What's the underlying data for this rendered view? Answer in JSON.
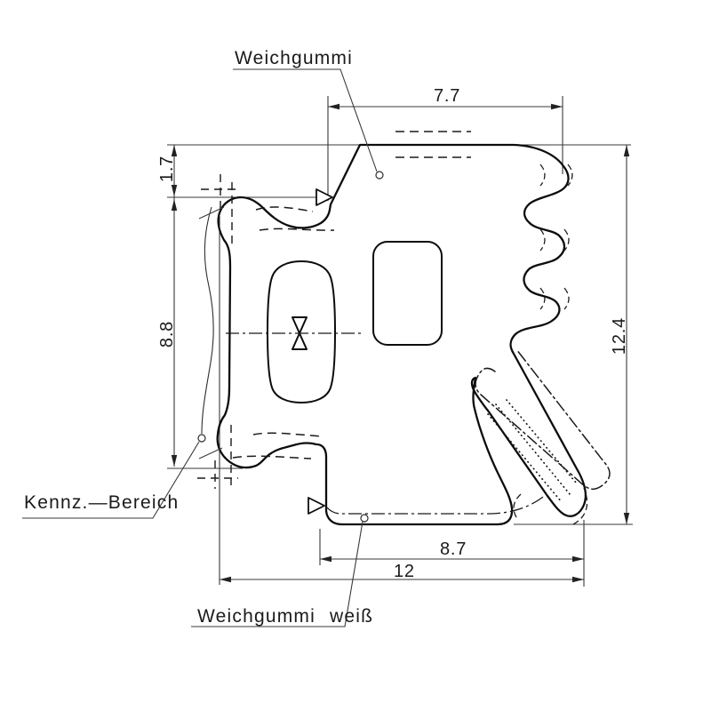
{
  "drawing": {
    "type": "technical-drawing",
    "part_labels": {
      "top_material": "Weichgummi",
      "marking_area": "Kennz.—Bereich",
      "bottom_material": "Weichgummi weiß"
    },
    "dimensions": {
      "top_width": "7.7",
      "upper_left_offset": "1.7",
      "left_height": "8.8",
      "right_total_height": "12.4",
      "bottom_inner_width": "8.7",
      "bottom_total_width": "12"
    },
    "colors": {
      "background": "#ffffff",
      "outline": "#0d0d0d",
      "dimension_lines": "#3a3a3a"
    },
    "symbols": [
      "surface-triangle-marker-top",
      "surface-triangle-marker-bottom",
      "bowtie-center-symbol",
      "leader-dot-circles"
    ]
  }
}
